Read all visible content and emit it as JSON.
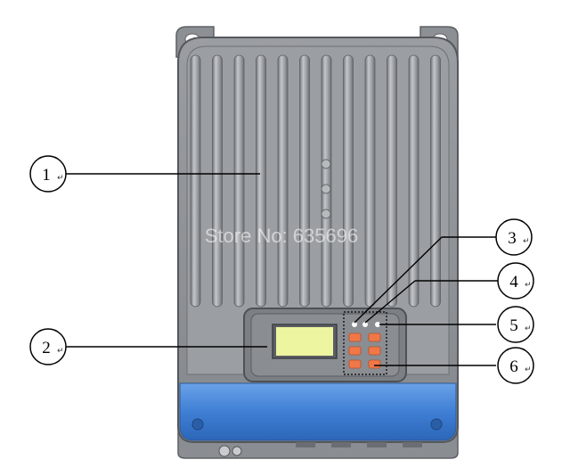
{
  "watermark": "Store No: 635696",
  "return_mark": "↵",
  "callouts": [
    {
      "label": "1",
      "target": "heat-sink-fins"
    },
    {
      "label": "2",
      "target": "lcd-display"
    },
    {
      "label": "3",
      "target": "status-led"
    },
    {
      "label": "4",
      "target": "status-led"
    },
    {
      "label": "5",
      "target": "status-led"
    },
    {
      "label": "6",
      "target": "control-buttons"
    }
  ],
  "colors": {
    "housing": "#8f9296",
    "fins": "#a4a7ab",
    "blue_band": "#4a86d8",
    "button": "#f07848",
    "lcd": "#eef5a0"
  },
  "buttons_count": 6
}
